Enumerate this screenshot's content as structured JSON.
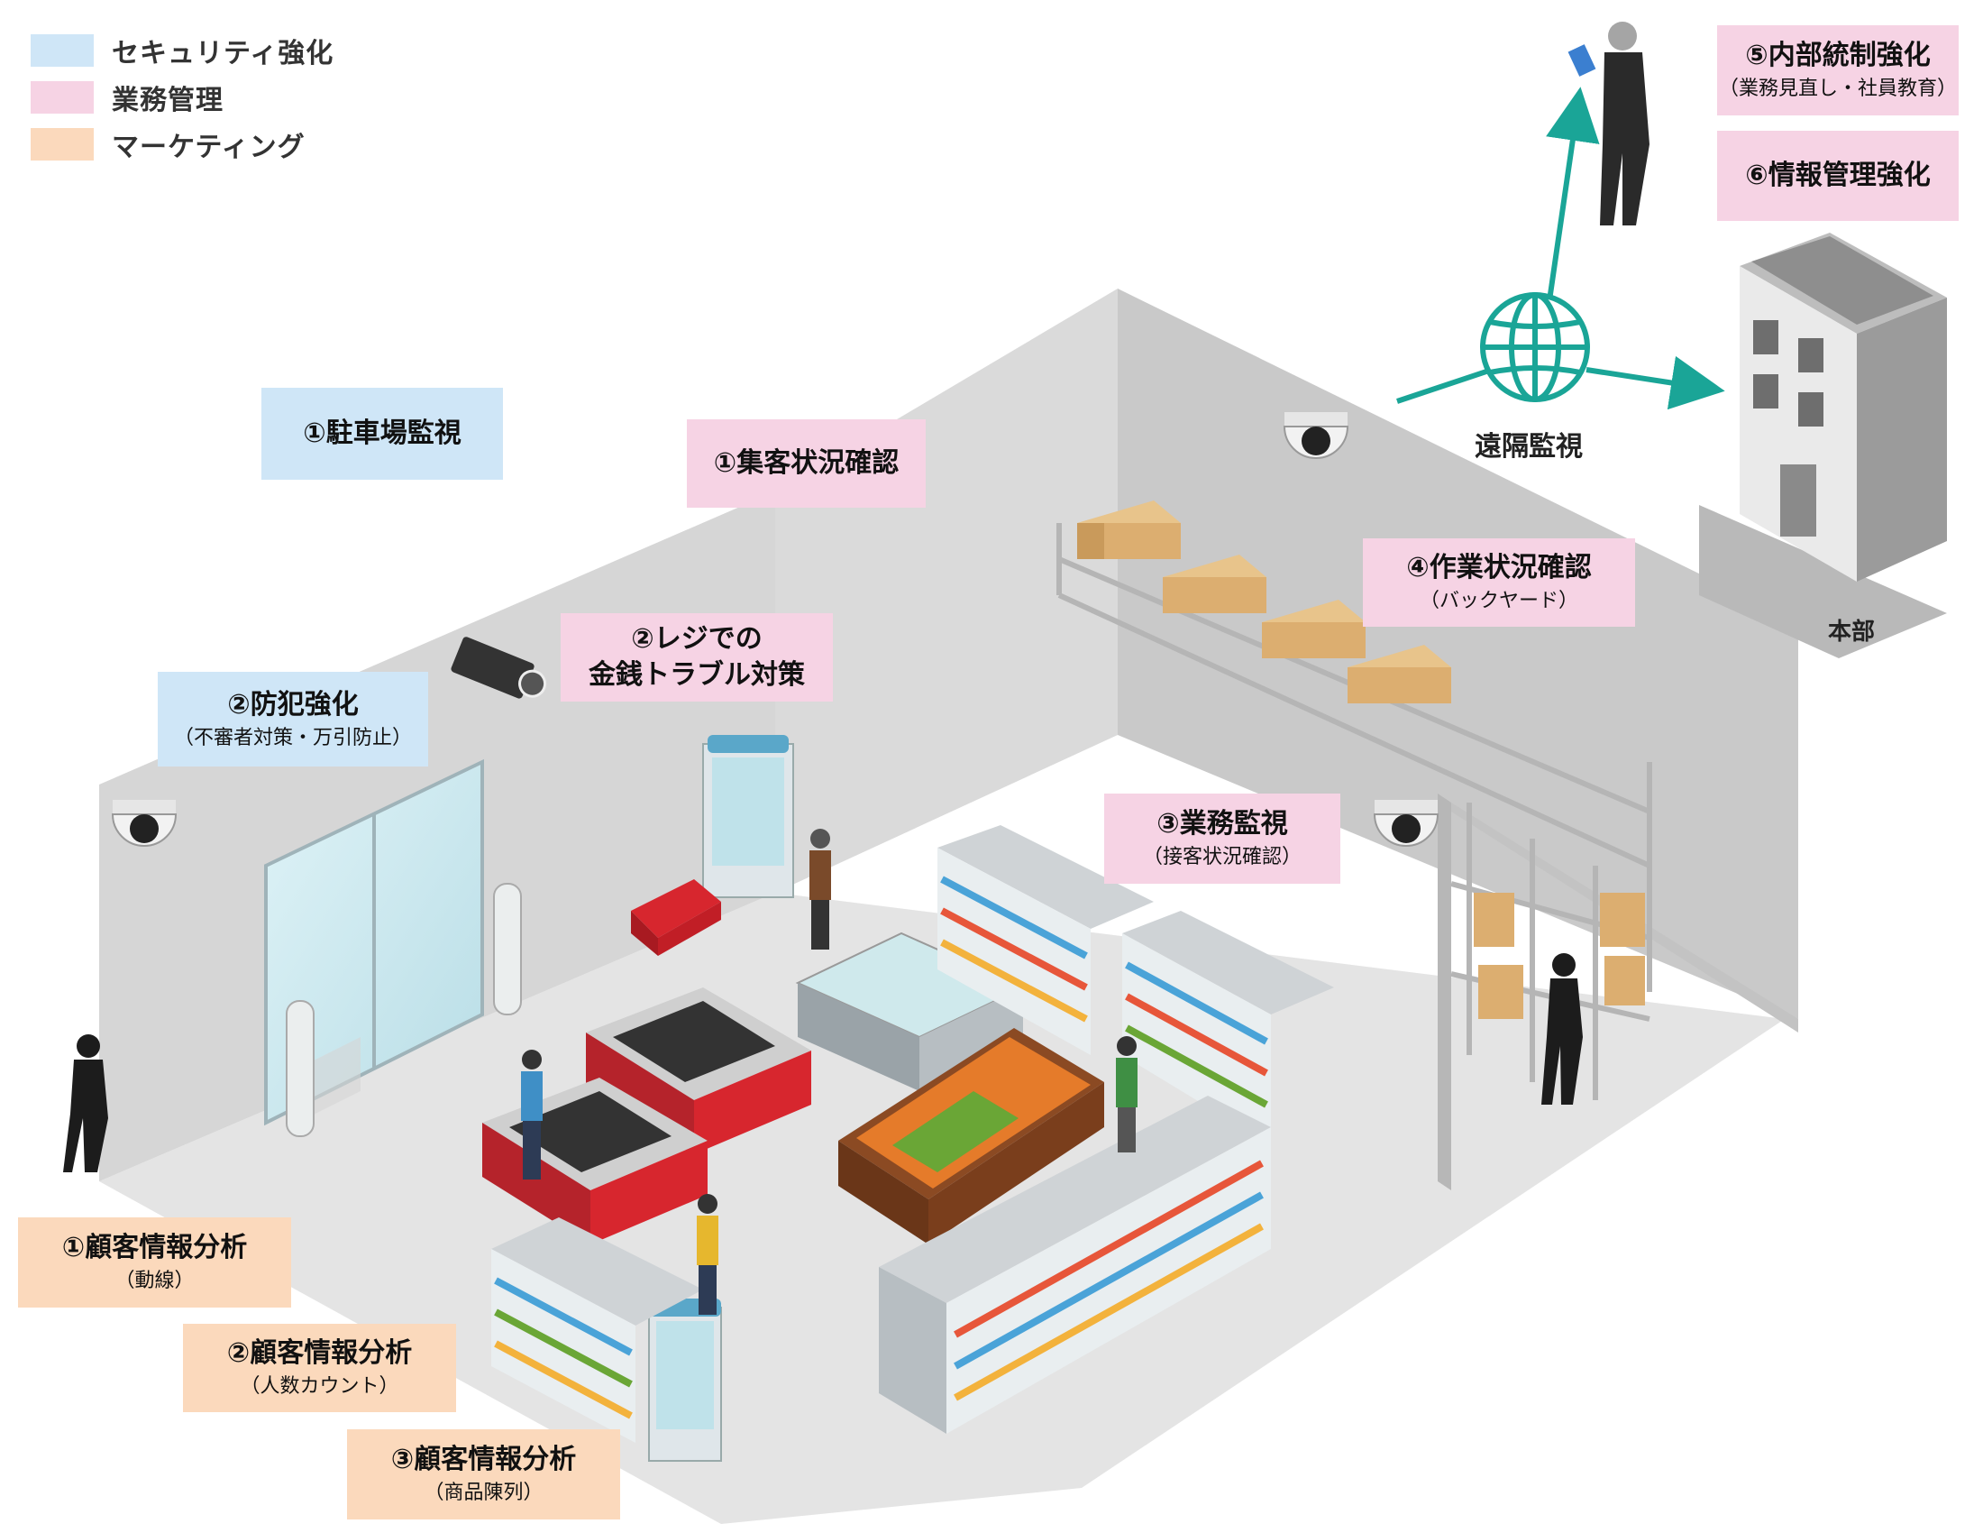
{
  "legend": [
    {
      "label": "セキュリティ強化",
      "color": "#cfe6f7"
    },
    {
      "label": "業務管理",
      "color": "#f6d3e4"
    },
    {
      "label": "マーケティング",
      "color": "#fbd9bc"
    }
  ],
  "notes": {
    "parking": {
      "title": "①駐車場監視",
      "sub": ""
    },
    "crime": {
      "title": "②防犯強化",
      "sub": "（不審者対策・万引防止）"
    },
    "visitors": {
      "title": "①集客状況確認",
      "sub": ""
    },
    "register": {
      "title": "②レジでの",
      "sub": "金銭トラブル対策"
    },
    "operations": {
      "title": "③業務監視",
      "sub": "（接客状況確認）"
    },
    "work": {
      "title": "④作業状況確認",
      "sub": "（バックヤード）"
    },
    "internal": {
      "title": "⑤内部統制強化",
      "sub": "（業務見直し・社員教育）"
    },
    "info": {
      "title": "⑥情報管理強化",
      "sub": ""
    },
    "cust1": {
      "title": "①顧客情報分析",
      "sub": "（動線）"
    },
    "cust2": {
      "title": "②顧客情報分析",
      "sub": "（人数カウント）"
    },
    "cust3": {
      "title": "③顧客情報分析",
      "sub": "（商品陳列）"
    }
  },
  "labels": {
    "remote": "遠隔監視",
    "hq": "本部"
  },
  "colors": {
    "teal": "#1aa597",
    "security": "#cfe6f7",
    "operations": "#f6d3e4",
    "marketing": "#fbd9bc"
  },
  "icons": [
    "dome-camera-icon",
    "box-camera-icon",
    "globe-icon",
    "building-icon",
    "person-icon"
  ]
}
